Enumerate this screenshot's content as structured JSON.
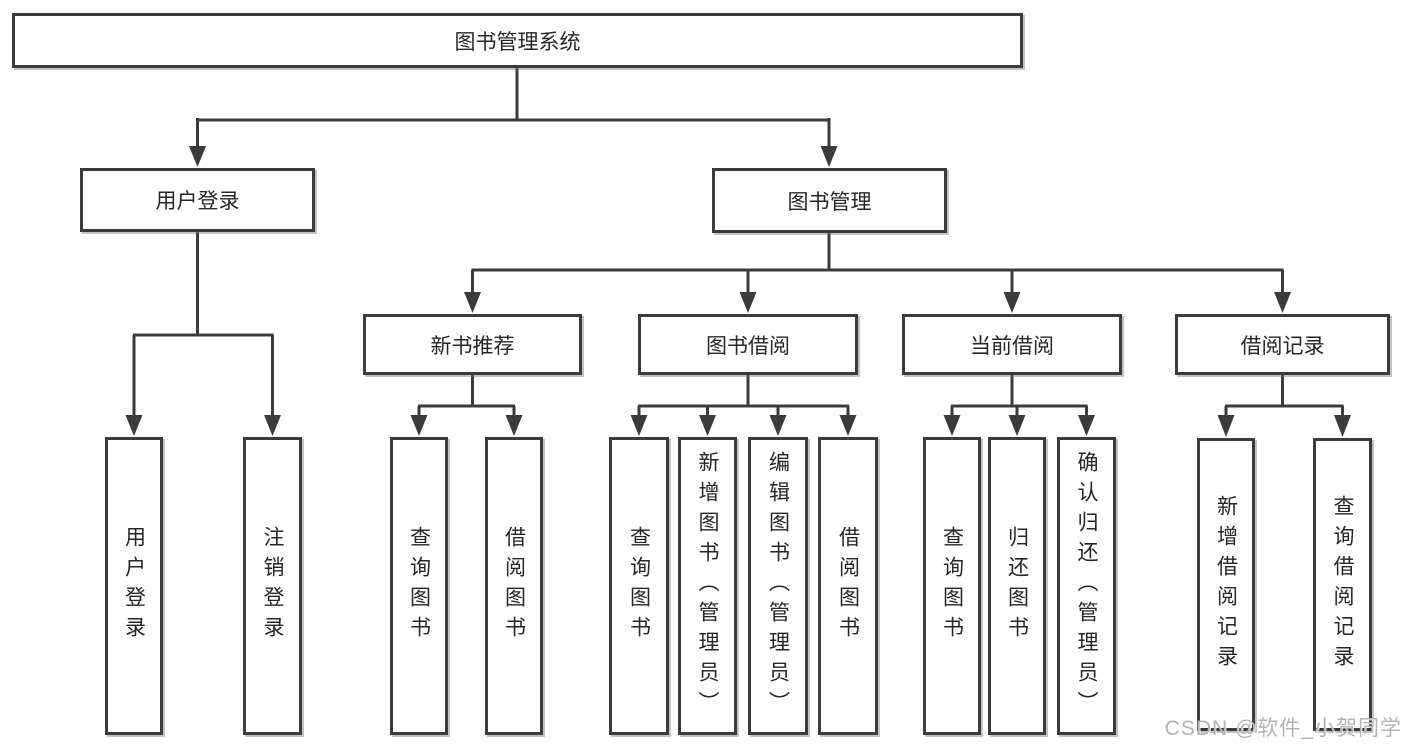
{
  "nodes": {
    "root": {
      "label": "图书管理系统"
    },
    "level2": [
      {
        "label": "用户登录"
      },
      {
        "label": "图书管理"
      }
    ],
    "level3": [
      {
        "label": "新书推荐"
      },
      {
        "label": "图书借阅"
      },
      {
        "label": "当前借阅"
      },
      {
        "label": "借阅记录"
      }
    ],
    "leaves": [
      {
        "label": "用户登录"
      },
      {
        "label": "注销登录"
      },
      {
        "label": "查询图书"
      },
      {
        "label": "借阅图书"
      },
      {
        "label": "查询图书"
      },
      {
        "label": "新增图书（管理员）"
      },
      {
        "label": "编辑图书（管理员）"
      },
      {
        "label": "借阅图书"
      },
      {
        "label": "查询图书"
      },
      {
        "label": "归还图书"
      },
      {
        "label": "确认归还（管理员）"
      },
      {
        "label": "新增借阅记录"
      },
      {
        "label": "查询借阅记录"
      }
    ]
  },
  "edges": [
    {
      "from": "图书管理系统",
      "to": [
        "用户登录",
        "图书管理"
      ]
    },
    {
      "from": "用户登录",
      "to": [
        "用户登录",
        "注销登录"
      ]
    },
    {
      "from": "图书管理",
      "to": [
        "新书推荐",
        "图书借阅",
        "当前借阅",
        "借阅记录"
      ]
    },
    {
      "from": "新书推荐",
      "to": [
        "查询图书",
        "借阅图书"
      ]
    },
    {
      "from": "图书借阅",
      "to": [
        "查询图书",
        "新增图书（管理员）",
        "编辑图书（管理员）",
        "借阅图书"
      ]
    },
    {
      "from": "当前借阅",
      "to": [
        "查询图书",
        "归还图书",
        "确认归还（管理员）"
      ]
    },
    {
      "from": "借阅记录",
      "to": [
        "新增借阅记录",
        "查询借阅记录"
      ]
    }
  ],
  "watermark": {
    "text": "CSDN @软件_小贺同学"
  },
  "colors": {
    "line": "#3b3b3b",
    "box_border": "#3b3b3b",
    "text": "#262626",
    "watermark": "#b3b3b3",
    "background": "#ffffff"
  }
}
